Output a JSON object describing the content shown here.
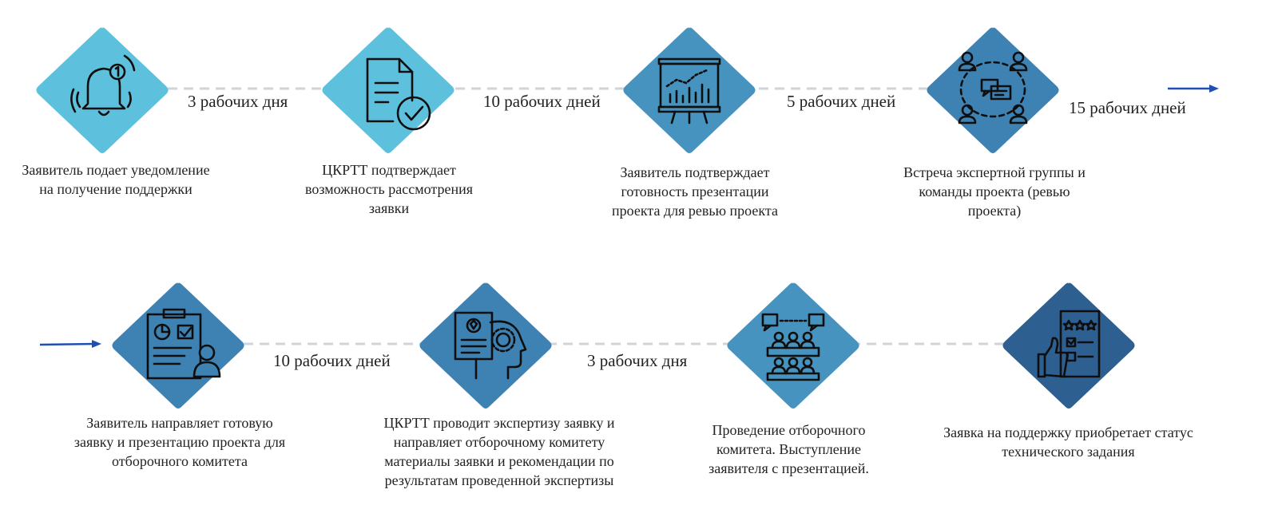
{
  "colors": {
    "light_blue": "#5dc0dc",
    "mid_blue": "#4793bf",
    "steel_blue": "#3e82b3",
    "dark_blue": "#2e5f91",
    "connector": "#d0d4d9",
    "arrow": "#1f4fb3",
    "icon_stroke": "#0e0e0e"
  },
  "row1": {
    "steps": [
      {
        "icon": "bell-notification-icon",
        "label": "Заявитель подает уведомление на получение поддержки"
      },
      {
        "icon": "document-check-icon",
        "label": "ЦКРТТ подтверждает возможность рассмотрения заявки"
      },
      {
        "icon": "presentation-board-icon",
        "label": "Заявитель подтверждает готовность презентации проекта для ревью проекта"
      },
      {
        "icon": "team-meeting-icon",
        "label": "Встреча экспертной группы и команды проекта (ревью проекта)"
      }
    ],
    "durations": [
      "3 рабочих дня",
      "10 рабочих дней",
      "5 рабочих дней",
      "15 рабочих дней"
    ]
  },
  "row2": {
    "steps": [
      {
        "icon": "clipboard-report-icon",
        "label": "Заявитель направляет готовую заявку и презентацию проекта для отборочного комитета"
      },
      {
        "icon": "expert-review-icon",
        "label": "ЦКРТТ проводит экспертизу заявку и направляет отборочному комитету материалы заявки и рекомендации по результатам проведенной экспертизы"
      },
      {
        "icon": "committee-audience-icon",
        "label": "Проведение отборочного комитета. Выступление заявителя с презентацией."
      },
      {
        "icon": "approved-document-icon",
        "label": "Заявка на поддержку приобретает статус технического задания"
      }
    ],
    "durations": [
      "10 рабочих дней",
      "3 рабочих дня"
    ]
  }
}
